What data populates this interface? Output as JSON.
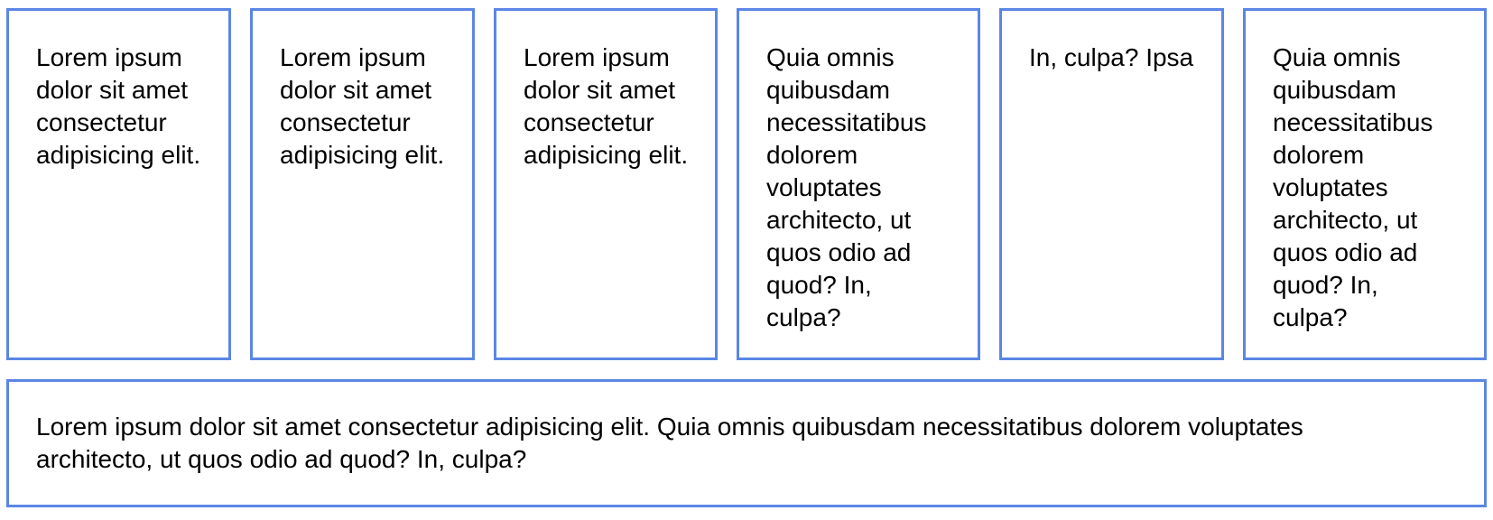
{
  "cards": [
    {
      "text": "Lorem ipsum dolor sit amet consectetur adipisicing elit."
    },
    {
      "text": "Lorem ipsum dolor sit amet consectetur adipisicing elit."
    },
    {
      "text": "Lorem ipsum dolor sit amet consectetur adipisicing elit."
    },
    {
      "text": "Quia omnis quibusdam necessitatibus dolorem voluptates architecto, ut quos odio ad quod? In, culpa?"
    },
    {
      "text": "In, culpa? Ipsa"
    },
    {
      "text": "Quia omnis quibusdam necessitatibus dolorem voluptates architecto, ut quos odio ad quod? In, culpa?"
    },
    {
      "text": "Lorem ipsum dolor sit amet consectetur adipisicing elit. Quia omnis quibusdam necessitatibus dolorem voluptates architecto, ut quos odio ad quod? In, culpa?"
    }
  ],
  "colors": {
    "border": "#5b86e5",
    "background": "#ffffff",
    "text": "#000000"
  }
}
